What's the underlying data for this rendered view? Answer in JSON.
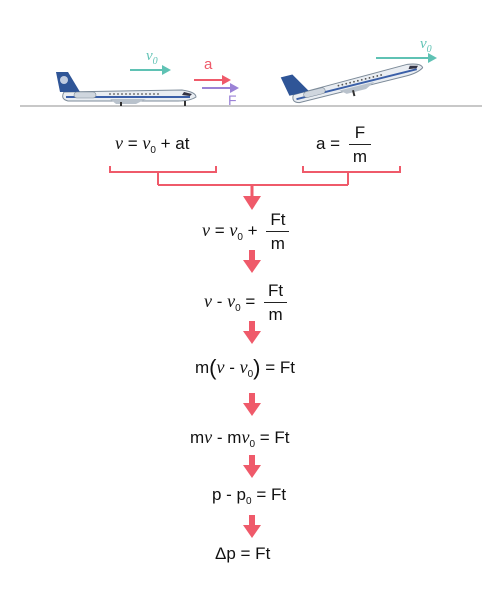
{
  "colors": {
    "arrow_red": "#ef5a6a",
    "velocity_teal": "#5fc2b4",
    "force_purple": "#9b82d6",
    "ground": "#c8c8c8"
  },
  "scene": {
    "v0_label_left": "v",
    "v0_sub_left": "0",
    "a_label": "a",
    "f_label": "F",
    "v0_label_right": "v",
    "v0_sub_right": "0"
  },
  "equations": {
    "eq1": {
      "v": "v",
      "eq": " = ",
      "v0": "v",
      "sub": "0",
      "rest": " + at"
    },
    "eq2": {
      "lhs": "a = ",
      "num": "F",
      "den": "m"
    },
    "step1": {
      "v": "v",
      "eq": " = ",
      "v0": "v",
      "sub": "0",
      "plus": " + ",
      "num": "Ft",
      "den": "m"
    },
    "step2": {
      "v": "v",
      "minus": " - ",
      "v0": "v",
      "sub": "0",
      "eq": " = ",
      "num": "Ft",
      "den": "m"
    },
    "step3": {
      "m": "m",
      "lp": "(",
      "v": "v",
      "minus": " - ",
      "v0": "v",
      "sub": "0",
      "rp": ")",
      "rhs": " = Ft"
    },
    "step4": {
      "m1": "m",
      "v": "v",
      "minus": " - m",
      "v0": "v",
      "sub": "0",
      "rhs": " = Ft"
    },
    "step5": {
      "p": "p - p",
      "sub": "0",
      "rhs": " = Ft"
    },
    "step6": {
      "text": "Δp = Ft"
    }
  }
}
